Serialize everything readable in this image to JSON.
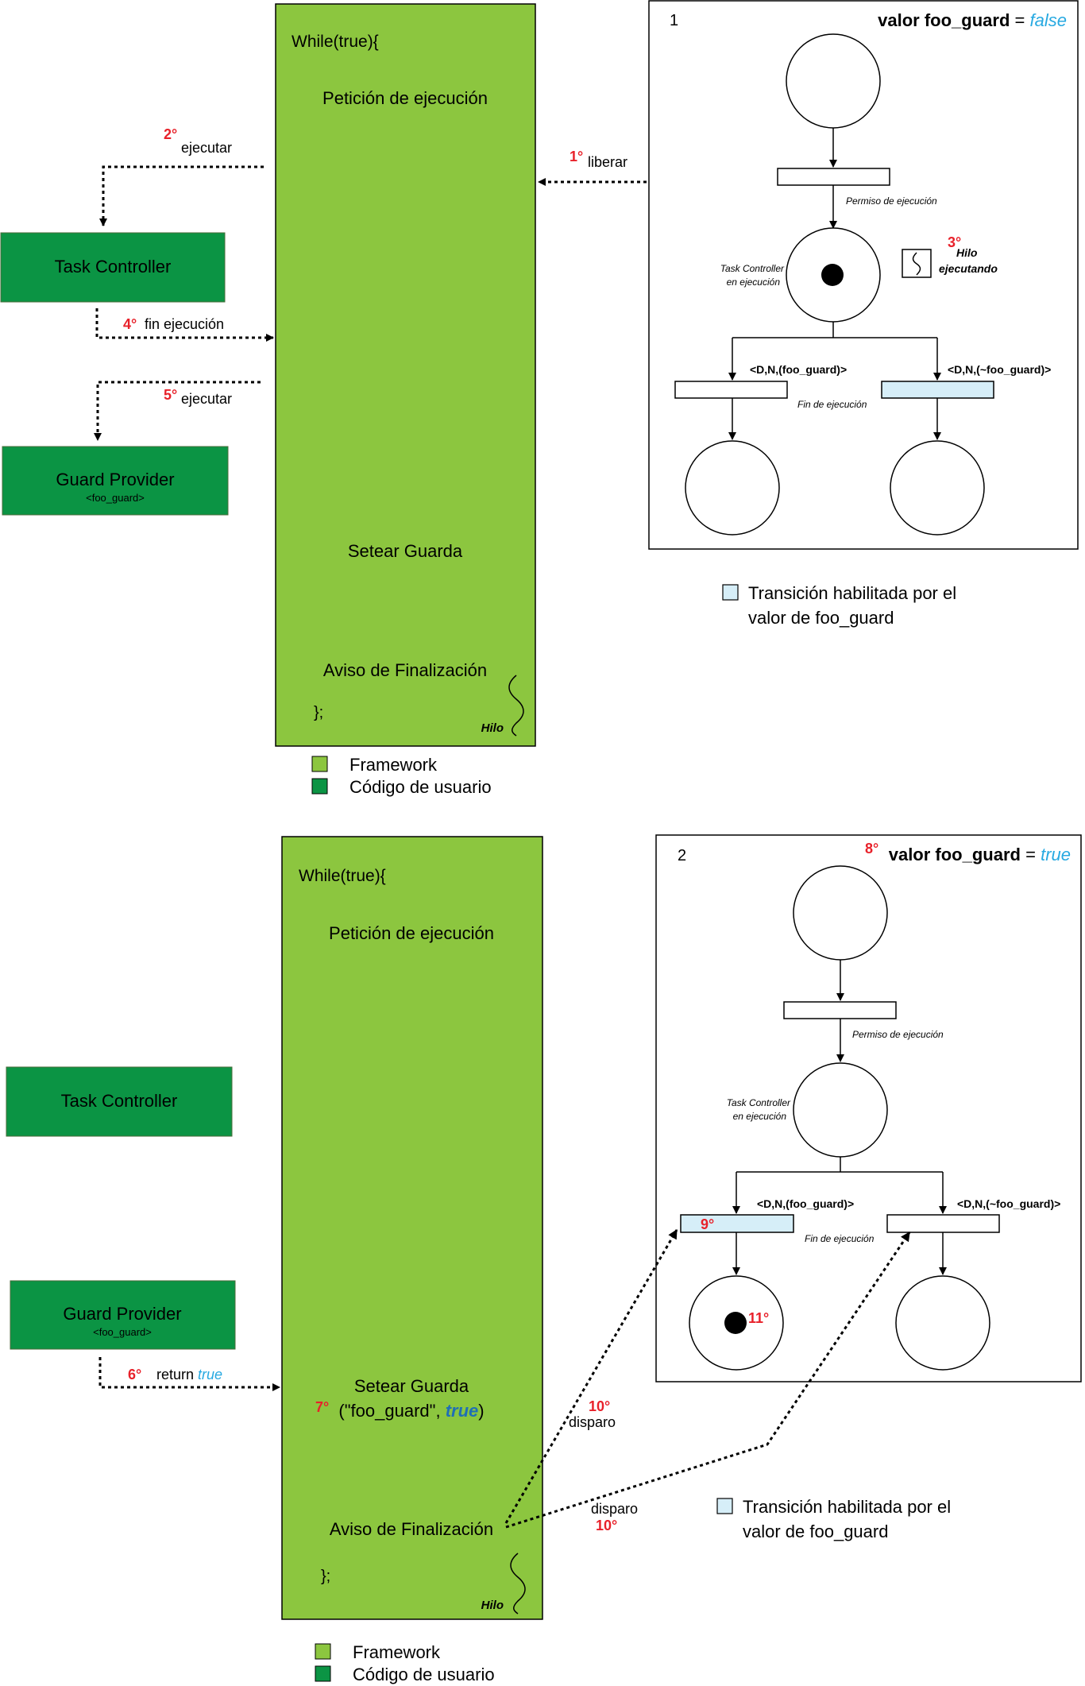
{
  "colors": {
    "framework": "#8cc63f",
    "user_code": "#0b9444",
    "enabled_transition": "#d6eef8",
    "step_red": "#e8212a",
    "value_blue": "#27a9e1",
    "true_bold_blue": "#1f6fb5"
  },
  "legend": {
    "framework": "Framework",
    "user_code": "Código de usuario",
    "enabled_transition": "Transición habilitada por el valor de foo_guard",
    "enabled_line1": "Transición habilitada por el",
    "enabled_line2": "valor de foo_guard"
  },
  "top": {
    "framework_block": {
      "while": "While(true){",
      "request": "Petición de ejecución",
      "set_guard": "Setear Guarda",
      "end_notice": "Aviso de Finalización",
      "close": "};",
      "thread": "Hilo"
    },
    "task_controller": "Task Controller",
    "guard_provider": "Guard Provider",
    "guard_provider_sub": "<foo_guard>",
    "steps": {
      "s1_num": "1°",
      "s1_label": "liberar",
      "s2_num": "2°",
      "s2_label": "ejecutar",
      "s3_num": "3°",
      "s3_label1": "Hilo",
      "s3_label2": "ejecutando",
      "s4_num": "4°",
      "s4_label": "fin ejecución",
      "s5_num": "5°",
      "s5_label": "ejecutar"
    },
    "petri": {
      "panel_number": "1",
      "guard_label": "valor foo_guard",
      "equals": "=",
      "guard_value": "false",
      "permission": "Permiso de ejecución",
      "tc_running_1": "Task Controller",
      "tc_running_2": "en ejecución",
      "arc_left": "<D,N,(foo_guard)>",
      "arc_right": "<D,N,(~foo_guard)>",
      "end_exec": "Fin de ejecución"
    }
  },
  "bottom": {
    "framework_block": {
      "while": "While(true){",
      "request": "Petición de ejecución",
      "set_guard": "Setear Guarda",
      "set_guard_args_open": "(\"foo_guard\", ",
      "set_guard_args_value": "true",
      "set_guard_args_close": ")",
      "end_notice": "Aviso de Finalización",
      "close": "};",
      "thread": "Hilo"
    },
    "task_controller": "Task Controller",
    "guard_provider": "Guard Provider",
    "guard_provider_sub": "<foo_guard>",
    "steps": {
      "s6_num": "6°",
      "s6_label": "return",
      "s6_value": "true",
      "s7_num": "7°",
      "s8_num": "8°",
      "s9_num": "9°",
      "s10_num": "10°",
      "s10_label": "disparo",
      "s11_num": "11°"
    },
    "petri": {
      "panel_number": "2",
      "guard_label": "valor foo_guard",
      "equals": "=",
      "guard_value": "true",
      "permission": "Permiso de ejecución",
      "tc_running_1": "Task Controller",
      "tc_running_2": "en ejecución",
      "arc_left": "<D,N,(foo_guard)>",
      "arc_right": "<D,N,(~foo_guard)>",
      "end_exec": "Fin de ejecución"
    }
  }
}
